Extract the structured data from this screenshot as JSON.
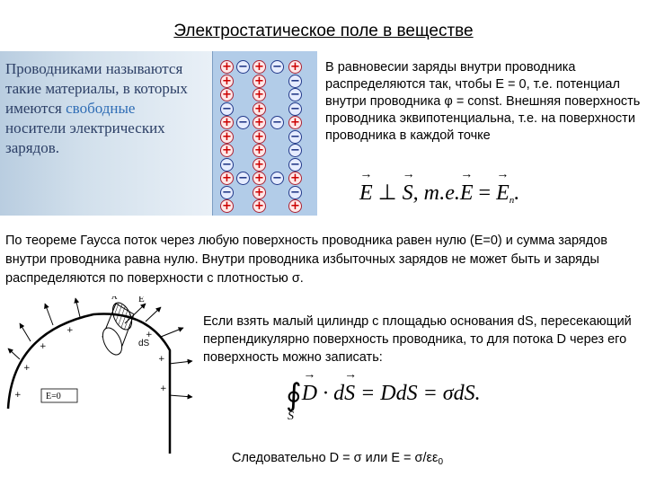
{
  "title": "Электростатическое поле в веществе",
  "definition": {
    "line1": "Проводниками называются",
    "line2": "такие материалы, в которых",
    "line3_a": "имеются ",
    "line3_b": "свободные",
    "line4": "носители электрических",
    "line5": "зарядов."
  },
  "equilibrium_text": "В равновесии заряды внутри проводника распределяются так, чтобы E = 0, т.е. потенциал внутри проводника φ = const. Внешняя поверхность проводника эквипотенциальна, т.е. на поверхности проводника в каждой точке",
  "formula1": {
    "E": "E",
    "perp": " ⊥ ",
    "S": "S",
    "mid": ", т.е.",
    "E2": "E",
    "eq": " = ",
    "En": "E",
    "n": "n",
    "dot": "."
  },
  "gauss_text": "По теореме Гаусса поток через любую поверхность проводника равен нулю (E=0) и сумма зарядов внутри проводника равна нулю. Внутри проводника избыточных зарядов не может быть и заряды распределяются по поверхности с плотностью σ.",
  "cylinder_text": "Если взять малый цилиндр с площадью основания dS, пересекающий перпендикулярно поверхность проводника, то для потока D через его поверхность можно записать:",
  "formula2": {
    "integral": "∮",
    "subscript": "S",
    "D": "D",
    "dot": " · d",
    "S": "S",
    "rest": " = DdS = σdS."
  },
  "conclusion": "Следовательно D = σ или E = σ/εε",
  "conclusion_sub": "0",
  "diagram_labels": {
    "e_zero": "E=0",
    "e_label": "E",
    "a_label": "A",
    "ds_label": "dS"
  },
  "charges": {
    "plus": "+",
    "minus": "−"
  }
}
